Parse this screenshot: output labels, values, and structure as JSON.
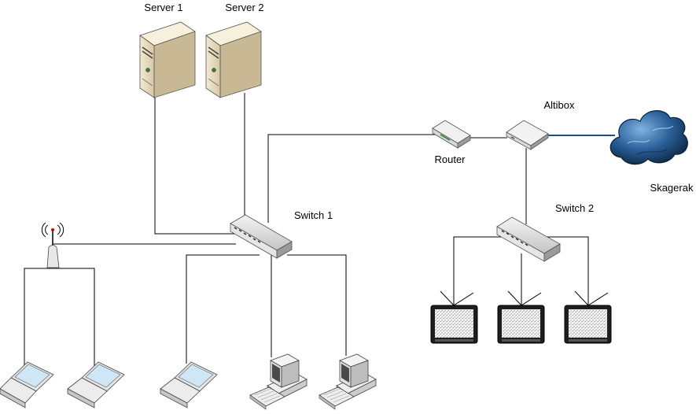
{
  "labels": {
    "server1": "Server 1",
    "server2": "Server 2",
    "switch1": "Switch 1",
    "switch2": "Switch 2",
    "router": "Router",
    "altibox": "Altibox",
    "skagerak": "Skagerak"
  },
  "colors": {
    "line": "#000000",
    "fiber": "#1f4e8c",
    "server_body": "#e8dcc0",
    "server_side": "#b9a98a",
    "switch_body": "#dcdcdc",
    "cloud": "#1d4f86",
    "tv_screen": "#dddddd"
  }
}
